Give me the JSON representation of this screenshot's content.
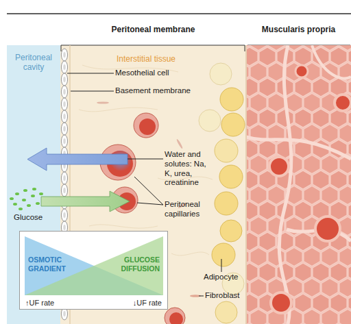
{
  "diagram": {
    "nodes": [
      {
        "text": [
          "Peritoneal cavity"
        ]
      },
      {
        "text": [
          "Peritoneal membrane",
          "Interstitial tissue"
        ]
      },
      {
        "text": [
          "Muscularis propria"
        ]
      },
      {
        "text": [
          "↑UF rate",
          "↓UF rate"
        ]
      },
      {
        "text": [
          "OSMOTIC GRADIENT"
        ],
        "in": 3
      },
      {
        "text": [
          "GLUCOSE DIFFUSION"
        ],
        "in": 3
      }
    ],
    "labels": [
      "Mesothelial cell",
      "Basement membrane",
      "Water and solutes: Na, K, urea, creatinine",
      "Peritoneal capillaries",
      "Glucose",
      "Adipocyte",
      "Fibroblast"
    ]
  }
}
